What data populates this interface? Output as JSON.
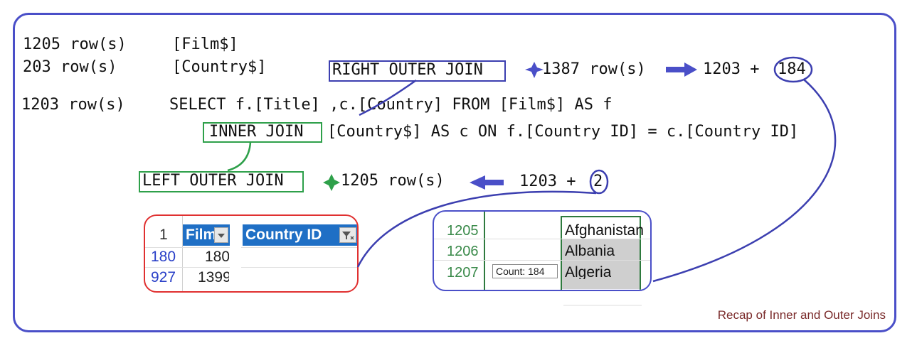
{
  "lines": {
    "film_rows": "1205 row(s)",
    "film_table": "[Film$]",
    "country_rows": "203 row(s)",
    "country_table": "[Country$]",
    "inner_rows": "1203 row(s)",
    "select_stmt": "SELECT f.[Title] ,c.[Country] FROM [Film$] AS f",
    "inner_join": "INNER JOIN",
    "join_rest": "[Country$] AS c ON f.[Country ID] = c.[Country ID]"
  },
  "right_join": {
    "label": "RIGHT OUTER JOIN",
    "rows": "1387 row(s)",
    "sum_base": "1203 +",
    "sum_extra": "184"
  },
  "left_join": {
    "label": "LEFT OUTER JOIN",
    "rows": "1205 row(s)",
    "sum_base": "1203 +",
    "sum_extra": "2"
  },
  "film_sheet": {
    "header_row_num": "1",
    "col_film": "Film",
    "col_country_id": "Country ID",
    "rows": [
      {
        "row_num": "180",
        "film": "180"
      },
      {
        "row_num": "927",
        "film": "1399"
      }
    ]
  },
  "country_sheet": {
    "rows": [
      {
        "row_num": "1205",
        "country": "Afghanistan"
      },
      {
        "row_num": "1206",
        "country": "Albania"
      },
      {
        "row_num": "1207",
        "country": "Algeria"
      }
    ],
    "count_label": "Count: 184"
  },
  "caption": "Recap of Inner and Outer Joins",
  "colors": {
    "blue": "#4a4fc8",
    "green": "#2ea04a",
    "red": "#e03030",
    "excel_header": "#1f6fc5",
    "row_num_blue": "#2a40c8",
    "row_num_green": "#3a8a4a",
    "caption": "#7a2a2a"
  }
}
